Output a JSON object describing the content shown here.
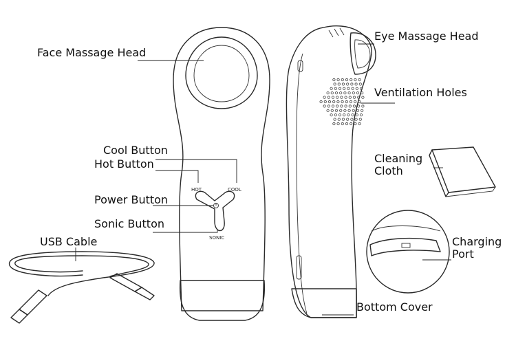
{
  "labels": {
    "face_massage_head": "Face Massage Head",
    "eye_massage_head": "Eye Massage Head",
    "ventilation_holes": "Ventilation Holes",
    "cool_button": "Cool Button",
    "hot_button": "Hot Button",
    "power_button": "Power Button",
    "sonic_button": "Sonic Button",
    "usb_cable": "USB Cable",
    "cleaning_cloth": "Cleaning Cloth",
    "charging_port": "Charging Port",
    "bottom_cover": "Bottom Cover"
  },
  "device_markings": {
    "hot": "HOT",
    "cool": "COOL",
    "sonic": "SONIC"
  }
}
